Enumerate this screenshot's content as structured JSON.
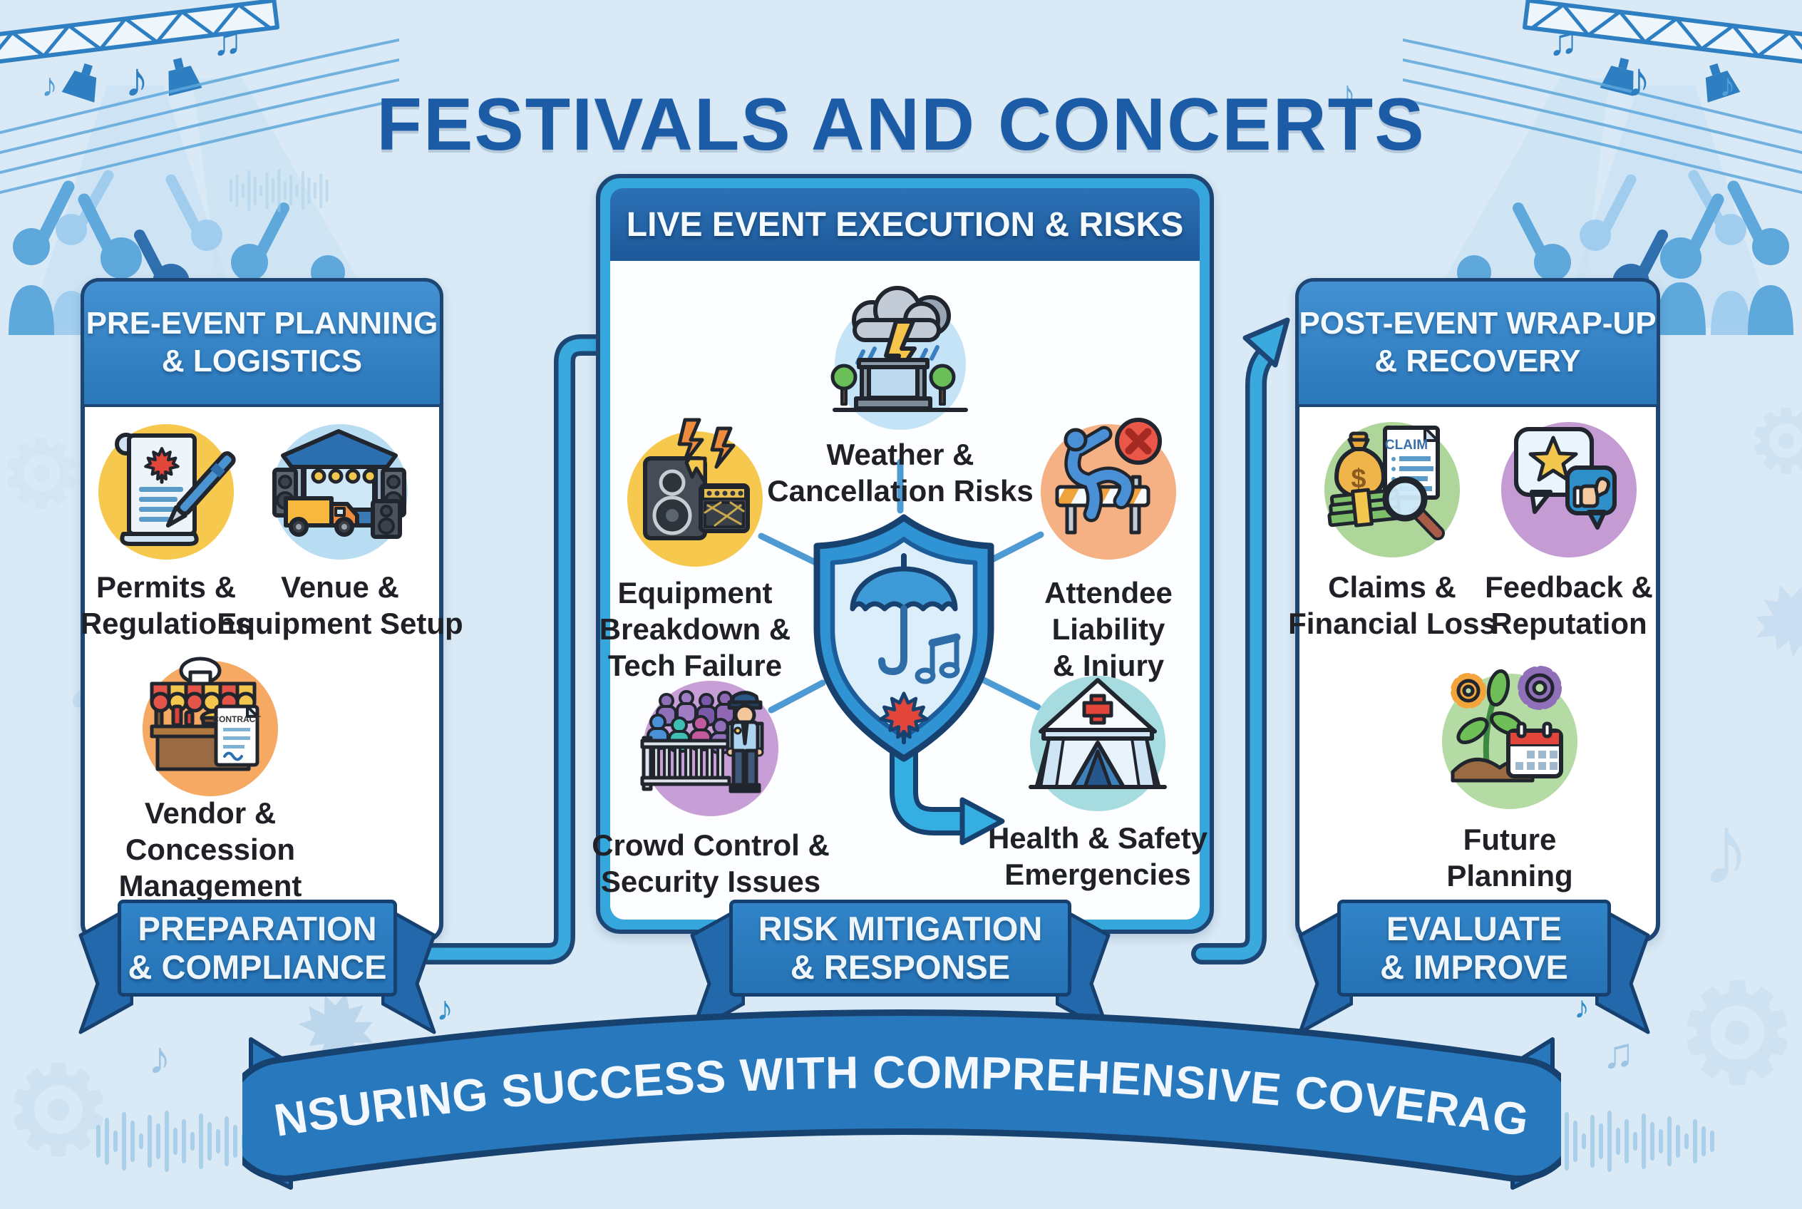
{
  "title": "FESTIVALS AND CONCERTS",
  "bottom_banner": "ENSURING SUCCESS WITH COMPREHENSIVE COVERAGE",
  "glyphs": {
    "note": "♪",
    "beamed_note": "♫",
    "gear": "⚙"
  },
  "colors": {
    "background": "#d9e9f5",
    "navy_outline": "#1e4674",
    "ribbon_blue": "#2979be",
    "panel_header_blue": "#2f7fc2",
    "center_border_cyan": "#35a7dd",
    "title_blue": "#1c5ba6",
    "maple_red": "#e2453a"
  },
  "icon_texts": {
    "contract_label": "CONTRACT",
    "claim_label": "CLAIM"
  },
  "panels": [
    {
      "id": "pre-event",
      "header": "PRE-EVENT PLANNING\n& LOGISTICS",
      "ribbon": "PREPARATION\n& COMPLIANCE",
      "items": [
        {
          "label": "Permits &\nRegulations",
          "icon": "scroll-maple-leaf-pen-icon",
          "circle": "#f6c84e"
        },
        {
          "label": "Venue &\nEquipment Setup",
          "icon": "stage-truck-speakers-icon",
          "circle": "#b8dcf2"
        },
        {
          "label": "Vendor &\nConcession\nManagement",
          "icon": "food-stall-contract-icon",
          "circle": "#f5a963"
        }
      ]
    },
    {
      "id": "live-event",
      "header": "LIVE EVENT EXECUTION & RISKS",
      "ribbon": "RISK MITIGATION\n& RESPONSE",
      "center_icon": "shield-umbrella-music-maple-icon",
      "items": [
        {
          "label": "Weather &\nCancellation Risks",
          "icon": "storm-cloud-stage-icon",
          "circle": "#c4e3f6"
        },
        {
          "label": "Equipment\nBreakdown &\nTech Failure",
          "icon": "broken-speaker-amp-icon",
          "circle": "#f6c84e"
        },
        {
          "label": "Attendee\nLiability\n& Injury",
          "icon": "falling-person-barrier-icon",
          "circle": "#f5b084"
        },
        {
          "label": "Crowd Control &\nSecurity Issues",
          "icon": "crowd-police-barrier-icon",
          "circle": "#c79fd6"
        },
        {
          "label": "Health & Safety\nEmergencies",
          "icon": "medical-tent-icon",
          "circle": "#a6dbdf"
        }
      ]
    },
    {
      "id": "post-event",
      "header": "POST-EVENT WRAP-UP\n& RECOVERY",
      "ribbon": "EVALUATE\n& IMPROVE",
      "items": [
        {
          "label": "Claims &\nFinancial Loss",
          "icon": "money-claim-magnifier-icon",
          "circle": "#aed69b"
        },
        {
          "label": "Feedback &\nReputation",
          "icon": "star-review-thumbs-up-icon",
          "circle": "#c49bd3"
        },
        {
          "label": "Future Planning\n& Growth",
          "icon": "plant-gears-calendar-icon",
          "circle": "#b5dba4"
        }
      ]
    }
  ]
}
